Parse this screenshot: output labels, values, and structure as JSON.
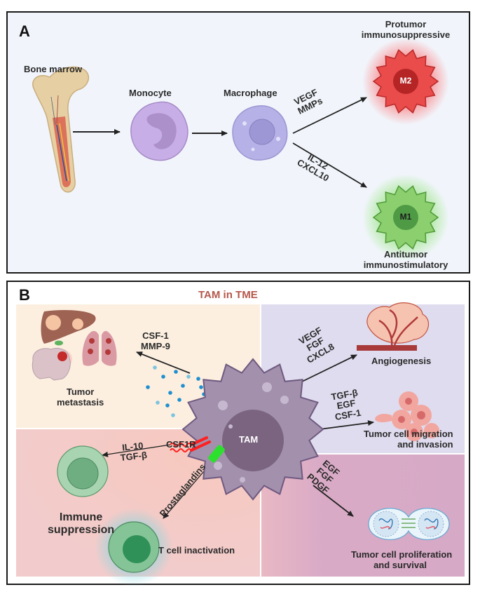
{
  "panel_a": {
    "letter": "A",
    "bone_marrow": "Bone marrow",
    "monocyte": "Monocyte",
    "macrophage": "Macrophage",
    "m2": {
      "label": "M2",
      "title_line1": "Protumor",
      "title_line2": "immunosuppressive",
      "factors_line1": "VEGF",
      "factors_line2": "MMPs",
      "color": "#e84141"
    },
    "m1": {
      "label": "M1",
      "title_line1": "Antitumor",
      "title_line2": "immunostimulatory",
      "factors_line1": "IL-12",
      "factors_line2": "CXCL10",
      "color": "#86c96a"
    }
  },
  "panel_b": {
    "letter": "B",
    "title": "TAM in TME",
    "title_color": "#b5574b",
    "tam_label": "TAM",
    "metastasis": {
      "factors_line1": "CSF-1",
      "factors_line2": "MMP-9",
      "outcome_line1": "Tumor",
      "outcome_line2": "metastasis"
    },
    "angiogenesis": {
      "factors_line1": "VEGF",
      "factors_line2": "FGF",
      "factors_line3": "CXCL8",
      "outcome": "Angiogenesis"
    },
    "migration": {
      "factors_line1": "TGF-β",
      "factors_line2": "EGF",
      "factors_line3": "CSF-1",
      "outcome_line1": "Tumor cell migration",
      "outcome_line2": "and invasion"
    },
    "immune": {
      "receptor": "CSF1R",
      "factors_line1": "IL-10",
      "factors_line2": "TGF-β",
      "outcome_line1": "Immune",
      "outcome_line2": "suppression",
      "prostaglandins": "Prostaglandins",
      "t_cell": "T cell inactivation"
    },
    "proliferation": {
      "factors_line1": "EGF",
      "factors_line2": "FGF",
      "factors_line3": "PDGF",
      "outcome_line1": "Tumor cell proliferation",
      "outcome_line2": "and survival"
    }
  }
}
